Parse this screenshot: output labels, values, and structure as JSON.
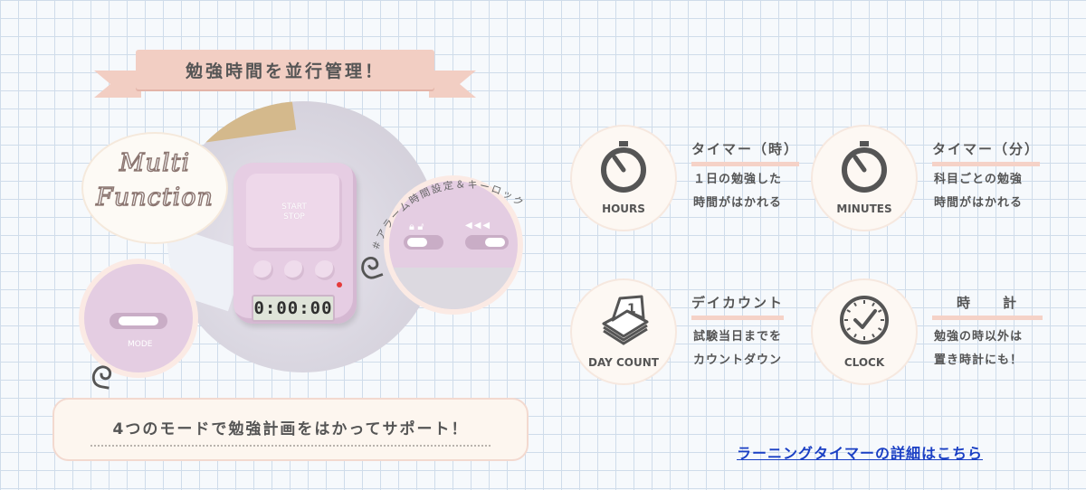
{
  "banner": {
    "title": "勉強時間を並行管理！"
  },
  "bubble": {
    "line1": "Multi",
    "line2": "Function"
  },
  "device": {
    "start_label_1": "START",
    "start_label_2": "STOP",
    "lcd_value": "0:00:00"
  },
  "zoom_mode": {
    "label": "MODE"
  },
  "zoom_lock": {
    "arc_text": "＃アラーム時間設定＆キーロック"
  },
  "support": {
    "text": "4つのモードで勉強計画をはかってサポート！"
  },
  "features": [
    {
      "icon": "stopwatch-icon",
      "label": "HOURS",
      "title": "タイマー（時）",
      "desc1": "１日の勉強した",
      "desc2": "時間がはかれる"
    },
    {
      "icon": "stopwatch-icon",
      "label": "MINUTES",
      "title": "タイマー（分）",
      "desc1": "科目ごとの勉強",
      "desc2": "時間がはかれる"
    },
    {
      "icon": "calendar-icon",
      "label": "DAY COUNT",
      "title": "デイカウント",
      "desc1": "試験当日までを",
      "desc2": "カウントダウン",
      "calendar_number": "1"
    },
    {
      "icon": "clock-icon",
      "label": "CLOCK",
      "title": "時　　計",
      "desc1": "勉強の時以外は",
      "desc2": "置き時計にも！"
    }
  ],
  "link": {
    "text": "ラーニングタイマーの詳細はこちら"
  },
  "colors": {
    "pink_accent": "#f2cec3",
    "device": "#e6cde3",
    "link": "#1a3fc4"
  }
}
